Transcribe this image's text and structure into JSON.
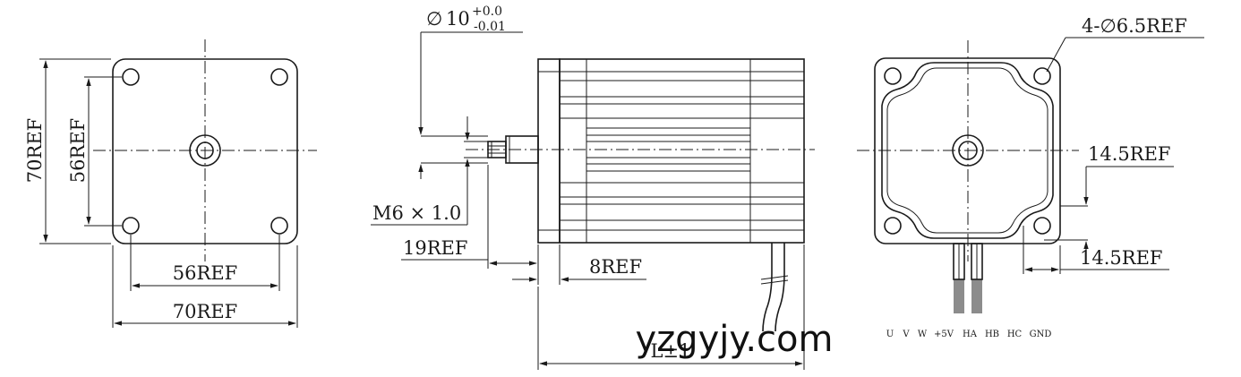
{
  "front_view": {
    "dim_outer_height": "70REF",
    "dim_hole_height": "56REF",
    "dim_hole_width": "56REF",
    "dim_outer_width": "70REF"
  },
  "side_view": {
    "shaft_dia_symbol": "∅",
    "shaft_dia_value": "10",
    "shaft_tol_upper": "+0.0",
    "shaft_tol_lower": "-0.01",
    "thread": "M6 × 1.0",
    "shaft_length": "19REF",
    "boss_length": "8REF",
    "body_length": "L±1"
  },
  "rear_view": {
    "holes": "4-∅6.5REF",
    "offset_vertical": "14.5REF",
    "offset_horizontal": "14.5REF",
    "wire_labels": [
      "U",
      "V",
      "W",
      "+5V",
      "HA",
      "HB",
      "HC",
      "GND"
    ]
  },
  "watermark": "yzgyjy.com"
}
